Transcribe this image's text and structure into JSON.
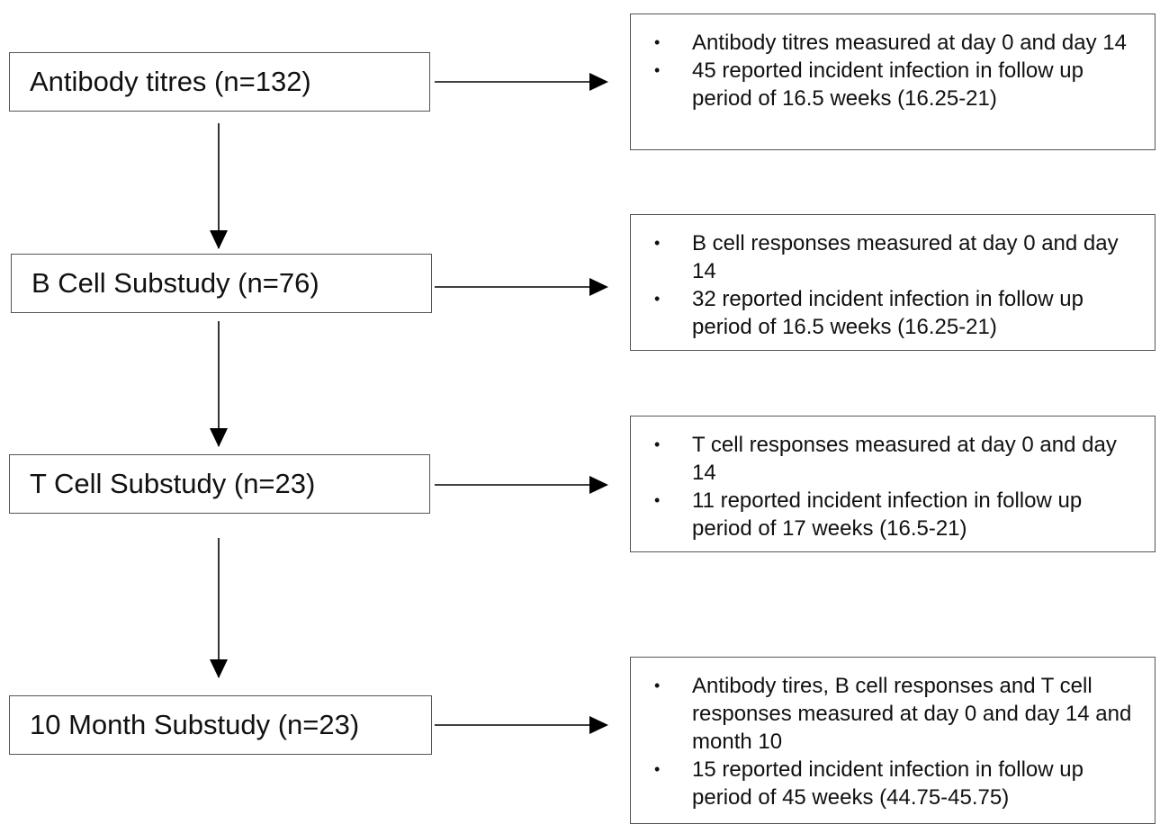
{
  "stages": [
    {
      "label": "Antibody titres (n=132)",
      "details": [
        "Antibody titres measured at day 0 and day 14",
        "45 reported incident infection in follow up period of 16.5 weeks (16.25-21)"
      ]
    },
    {
      "label": "B Cell Substudy (n=76)",
      "details": [
        "B cell responses measured at day 0 and day 14",
        "32 reported incident infection in follow up period of 16.5 weeks (16.25-21)"
      ]
    },
    {
      "label": "T Cell Substudy (n=23)",
      "details": [
        "T cell responses measured at day 0 and day 14",
        "11 reported incident infection in follow up period of 17 weeks (16.5-21)"
      ]
    },
    {
      "label": "10 Month Substudy (n=23)",
      "details": [
        "Antibody tires, B cell responses and T cell responses measured at day 0 and day 14 and month 10",
        "15 reported incident infection in follow up period of 45 weeks (44.75-45.75)"
      ]
    }
  ]
}
